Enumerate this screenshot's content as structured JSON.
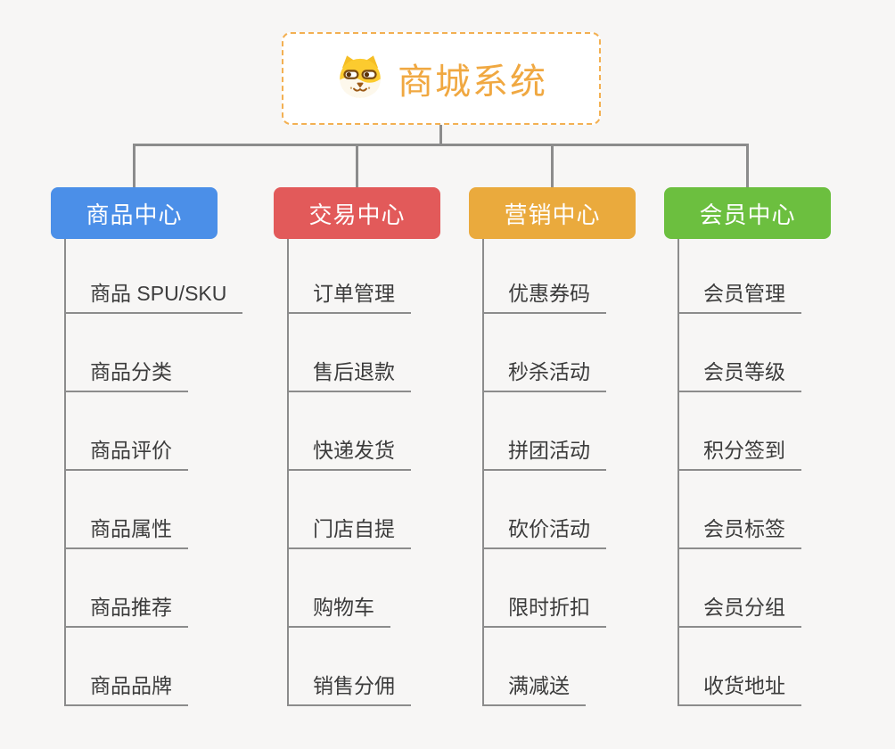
{
  "root": {
    "title": "商城系统",
    "icon": "shiba-dog-icon"
  },
  "colors": {
    "background": "#F7F6F5",
    "root_accent": "#F0A841",
    "root_border": "#F3B052",
    "connector": "#8C8C8C",
    "item_text": "#3C3C3C",
    "branch_product": "#4B8FE8",
    "branch_trade": "#E25A5A",
    "branch_marketing": "#EAAA3D",
    "branch_member": "#6CBF3F"
  },
  "branches": [
    {
      "label": "商品中心",
      "color": "#4B8FE8",
      "items": [
        "商品 SPU/SKU",
        "商品分类",
        "商品评价",
        "商品属性",
        "商品推荐",
        "商品品牌"
      ]
    },
    {
      "label": "交易中心",
      "color": "#E25A5A",
      "items": [
        "订单管理",
        "售后退款",
        "快递发货",
        "门店自提",
        "购物车",
        "销售分佣"
      ]
    },
    {
      "label": "营销中心",
      "color": "#EAAA3D",
      "items": [
        "优惠券码",
        "秒杀活动",
        "拼团活动",
        "砍价活动",
        "限时折扣",
        "满减送"
      ]
    },
    {
      "label": "会员中心",
      "color": "#6CBF3F",
      "items": [
        "会员管理",
        "会员等级",
        "积分签到",
        "会员标签",
        "会员分组",
        "收货地址"
      ]
    }
  ]
}
